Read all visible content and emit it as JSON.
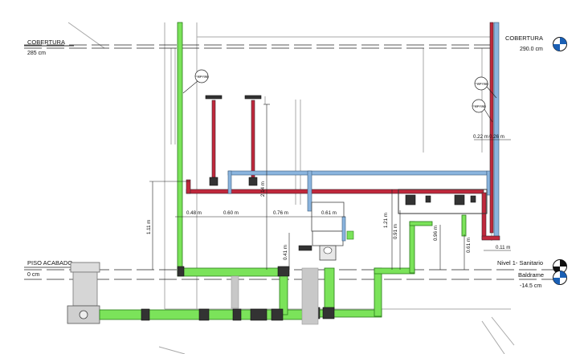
{
  "levels": {
    "cobertura_left": {
      "name": "COBERTURA",
      "elevation": "285 cm"
    },
    "cobertura_right": {
      "name": "COBERTURA",
      "elevation": "290.0 cm"
    },
    "piso_acabado": {
      "name": "PISO ACABADO",
      "elevation": "0 cm"
    },
    "nivel1": {
      "name": "Nivel 1- Sanitario"
    },
    "baldrame": {
      "name": "Baldrame",
      "elevation": "-14.5 cm"
    }
  },
  "dimensions": {
    "d_048": "0.48 m",
    "d_060": "0.60 m",
    "d_076": "0.76 m",
    "d_061_top": "0.61 m",
    "d_111": "1.11 m",
    "d_214": "2.14 m",
    "d_041": "0.41 m",
    "d_121": "1.21 m",
    "d_091": "0.91 m",
    "d_096": "0.96 m",
    "d_061_right": "0.61 m",
    "d_022": "0.22 m",
    "d_026": "0.26 m",
    "d_011": "0.11 m"
  },
  "tags": {
    "tag_1": "AF / AQ",
    "tag_2": "AF / AQ",
    "tag_3": "AF / AQ"
  },
  "colors": {
    "green_pipe": "#7be35a",
    "green_edge": "#2a7a1a",
    "red_pipe": "#c0283c",
    "blue_pipe": "#8ab4de",
    "dark_pipe": "#3a2228",
    "line": "#222222",
    "grey": "#b0b0b0"
  }
}
